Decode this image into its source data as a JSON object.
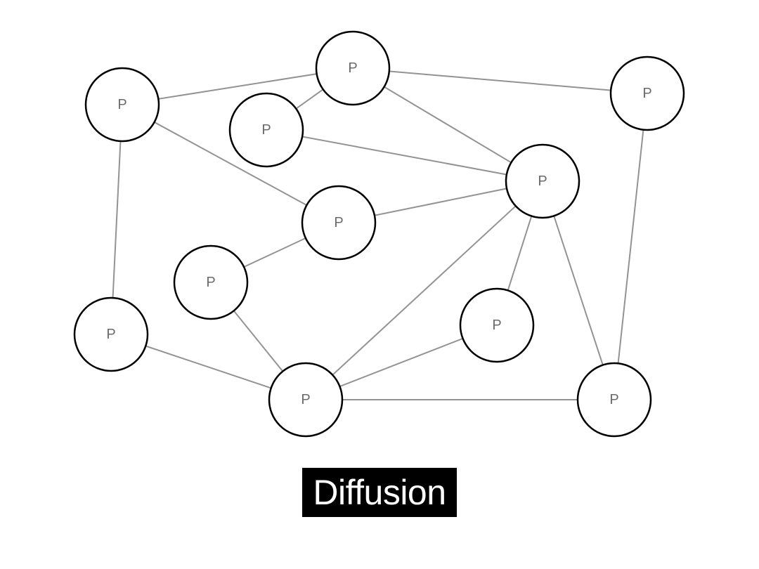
{
  "caption": "Diffusion",
  "colors": {
    "background": "#ffffff",
    "node_stroke": "#000000",
    "node_fill": "#ffffff",
    "node_label": "#6b6b6b",
    "edge": "#939393",
    "caption_background": "#000000",
    "caption_text": "#ffffff"
  },
  "nodes": [
    {
      "id": "n1",
      "label": "P"
    },
    {
      "id": "n2",
      "label": "P"
    },
    {
      "id": "n3",
      "label": "P"
    },
    {
      "id": "n4",
      "label": "P"
    },
    {
      "id": "n5",
      "label": "P"
    },
    {
      "id": "n6",
      "label": "P"
    },
    {
      "id": "n7",
      "label": "P"
    },
    {
      "id": "n8",
      "label": "P"
    },
    {
      "id": "n9",
      "label": "P"
    },
    {
      "id": "n10",
      "label": "P"
    },
    {
      "id": "n11",
      "label": "P"
    },
    {
      "id": "n12",
      "label": "P"
    }
  ],
  "edges": [
    [
      "n1",
      "n2"
    ],
    [
      "n2",
      "n4"
    ],
    [
      "n2",
      "n5"
    ],
    [
      "n2",
      "n3"
    ],
    [
      "n3",
      "n5"
    ],
    [
      "n1",
      "n6"
    ],
    [
      "n1",
      "n9"
    ],
    [
      "n6",
      "n5"
    ],
    [
      "n6",
      "n7"
    ],
    [
      "n4",
      "n12"
    ],
    [
      "n5",
      "n10"
    ],
    [
      "n5",
      "n8"
    ],
    [
      "n5",
      "n12"
    ],
    [
      "n7",
      "n10"
    ],
    [
      "n9",
      "n10"
    ],
    [
      "n10",
      "n8"
    ],
    [
      "n10",
      "n12"
    ]
  ]
}
